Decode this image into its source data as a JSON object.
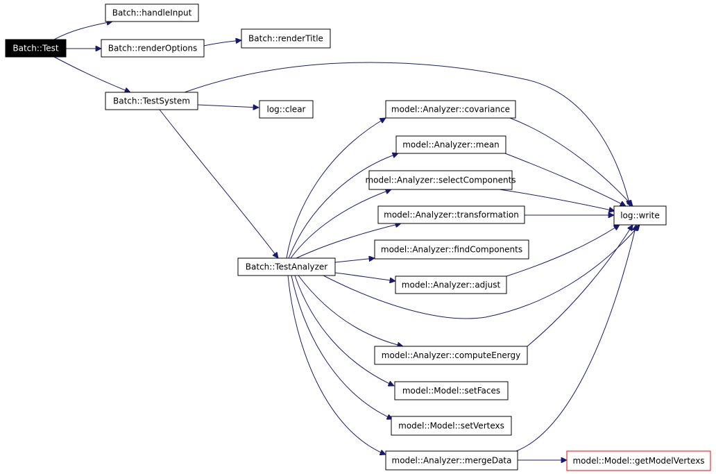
{
  "colors": {
    "edge": "#191970",
    "node_border": "#000000",
    "root_fill": "#000000",
    "root_text": "#ffffff",
    "node_fill": "#ffffff",
    "node_text": "#000000",
    "truncated_border": "#ff0000"
  },
  "nodes": [
    {
      "id": "test",
      "label": "Batch::Test",
      "style": "root"
    },
    {
      "id": "handleInput",
      "label": "Batch::handleInput",
      "style": "normal"
    },
    {
      "id": "renderOptions",
      "label": "Batch::renderOptions",
      "style": "normal"
    },
    {
      "id": "renderTitle",
      "label": "Batch::renderTitle",
      "style": "normal"
    },
    {
      "id": "testSystem",
      "label": "Batch::TestSystem",
      "style": "normal"
    },
    {
      "id": "logClear",
      "label": "log::clear",
      "style": "normal"
    },
    {
      "id": "covariance",
      "label": "model::Analyzer::covariance",
      "style": "normal"
    },
    {
      "id": "mean",
      "label": "model::Analyzer::mean",
      "style": "normal"
    },
    {
      "id": "selectComponents",
      "label": "model::Analyzer::selectComponents",
      "style": "normal"
    },
    {
      "id": "transformation",
      "label": "model::Analyzer::transformation",
      "style": "normal"
    },
    {
      "id": "logWrite",
      "label": "log::write",
      "style": "normal"
    },
    {
      "id": "testAnalyzer",
      "label": "Batch::TestAnalyzer",
      "style": "normal"
    },
    {
      "id": "findComponents",
      "label": "model::Analyzer::findComponents",
      "style": "normal"
    },
    {
      "id": "adjust",
      "label": "model::Analyzer::adjust",
      "style": "normal"
    },
    {
      "id": "computeEnergy",
      "label": "model::Analyzer::computeEnergy",
      "style": "normal"
    },
    {
      "id": "setFaces",
      "label": "model::Model::setFaces",
      "style": "normal"
    },
    {
      "id": "setVertexs",
      "label": "model::Model::setVertexs",
      "style": "normal"
    },
    {
      "id": "mergeData",
      "label": "model::Analyzer::mergeData",
      "style": "normal"
    },
    {
      "id": "getModelVertexs",
      "label": "model::Model::getModelVertexs",
      "style": "truncated"
    }
  ],
  "edges": [
    {
      "from": "test",
      "to": "handleInput"
    },
    {
      "from": "test",
      "to": "renderOptions"
    },
    {
      "from": "test",
      "to": "testSystem"
    },
    {
      "from": "renderOptions",
      "to": "renderTitle"
    },
    {
      "from": "testSystem",
      "to": "logClear"
    },
    {
      "from": "testSystem",
      "to": "logWrite"
    },
    {
      "from": "testSystem",
      "to": "testAnalyzer"
    },
    {
      "from": "testAnalyzer",
      "to": "covariance"
    },
    {
      "from": "testAnalyzer",
      "to": "mean"
    },
    {
      "from": "testAnalyzer",
      "to": "selectComponents"
    },
    {
      "from": "testAnalyzer",
      "to": "transformation"
    },
    {
      "from": "testAnalyzer",
      "to": "findComponents"
    },
    {
      "from": "testAnalyzer",
      "to": "adjust"
    },
    {
      "from": "testAnalyzer",
      "to": "logWrite"
    },
    {
      "from": "testAnalyzer",
      "to": "computeEnergy"
    },
    {
      "from": "testAnalyzer",
      "to": "setFaces"
    },
    {
      "from": "testAnalyzer",
      "to": "setVertexs"
    },
    {
      "from": "testAnalyzer",
      "to": "mergeData"
    },
    {
      "from": "covariance",
      "to": "logWrite"
    },
    {
      "from": "mean",
      "to": "logWrite"
    },
    {
      "from": "selectComponents",
      "to": "logWrite"
    },
    {
      "from": "transformation",
      "to": "logWrite"
    },
    {
      "from": "adjust",
      "to": "logWrite"
    },
    {
      "from": "computeEnergy",
      "to": "logWrite"
    },
    {
      "from": "mergeData",
      "to": "logWrite"
    },
    {
      "from": "mergeData",
      "to": "getModelVertexs"
    }
  ]
}
